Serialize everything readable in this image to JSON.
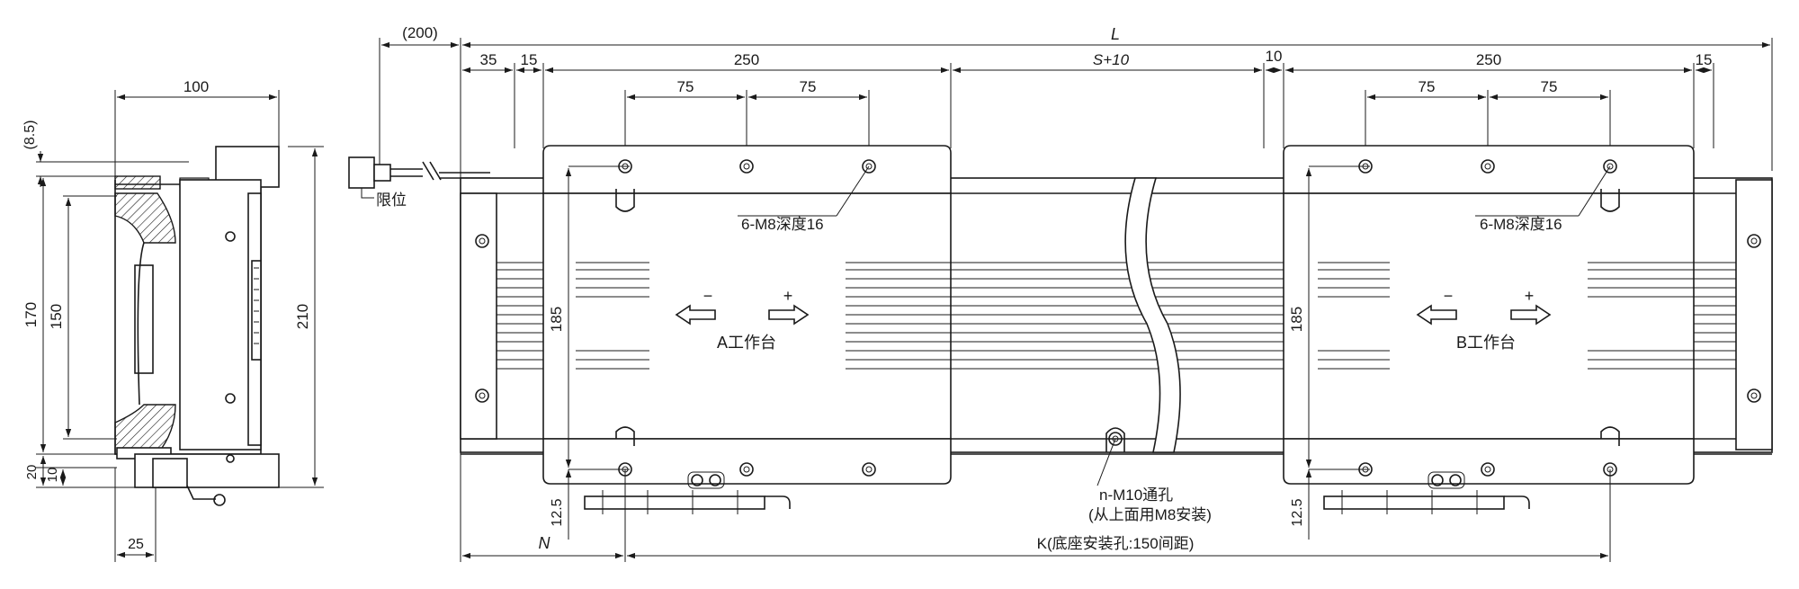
{
  "side_view": {
    "top_width": "100",
    "top_offset": "(8.5)",
    "outer_height": "170",
    "inner_height": "150",
    "total_height": "210",
    "bottom_offset_1": "20",
    "bottom_offset_2": "10",
    "bottom_width": "25"
  },
  "top_view": {
    "cable_length": "(200)",
    "limit_label": "限位",
    "total_length": "L",
    "dim_35": "35",
    "dim_15_left": "15",
    "dim_250_a": "250",
    "dim_s10": "S+10",
    "dim_10": "10",
    "dim_250_b": "250",
    "dim_15_right": "15",
    "pitch_a1": "75",
    "pitch_a2": "75",
    "pitch_b1": "75",
    "pitch_b2": "75",
    "holes_a": "6-M8深度16",
    "holes_b": "6-M8深度16",
    "height_a": "185",
    "height_b": "185",
    "minus_a": "−",
    "plus_a": "+",
    "table_a": "A工作台",
    "minus_b": "−",
    "plus_b": "+",
    "table_b": "B工作台",
    "mount_holes_1": "n-M10通孔",
    "mount_holes_2": "(从上面用M8安装)",
    "edge_a": "12.5",
    "edge_b": "12.5",
    "dim_n": "N",
    "dim_k": "K(底座安装孔:150间距)"
  }
}
